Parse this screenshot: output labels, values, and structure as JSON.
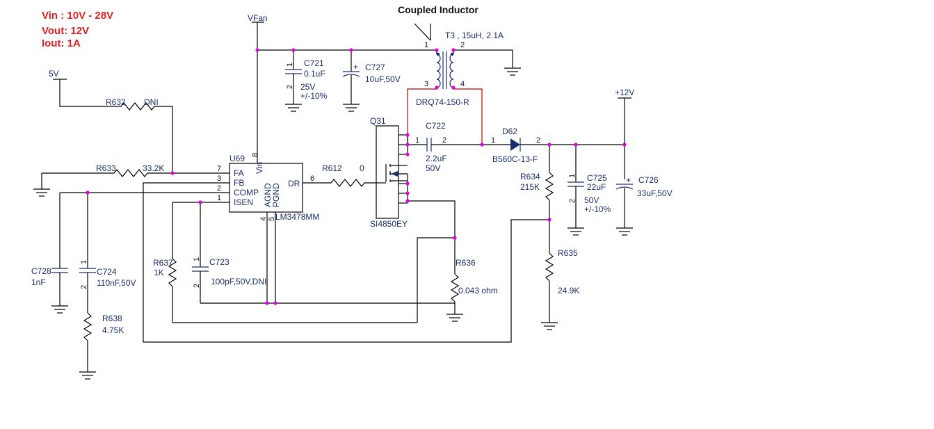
{
  "specs": {
    "vin": "Vin : 10V - 28V",
    "vout": "Vout: 12V",
    "iout": "Iout: 1A"
  },
  "title": "Coupled  Inductor",
  "nets": {
    "vfan": "VFan",
    "v5": "5V",
    "v12": "+12V"
  },
  "ic": {
    "ref": "U69",
    "part": "LM3478MM",
    "pins": {
      "fa": "FA",
      "fb": "FB",
      "comp": "COMP",
      "isen": "ISEN",
      "vin": "Vin",
      "agnd": "AGND",
      "pgnd": "PGND",
      "dr": "DR"
    },
    "pin_numbers": {
      "p7": "7",
      "p3": "3",
      "p2": "2",
      "p1": "1",
      "p8": "8",
      "p4": "4",
      "p5": "5",
      "p6": "6"
    }
  },
  "components": {
    "r632": {
      "ref": "R632",
      "value": "DNI"
    },
    "r633": {
      "ref": "R633",
      "value": "33.2K"
    },
    "r612": {
      "ref": "R612",
      "value": "0"
    },
    "r634": {
      "ref": "R634",
      "value": "215K"
    },
    "r635": {
      "ref": "R635",
      "value": "24.9K"
    },
    "r636": {
      "ref": "R636",
      "value": "0.043 ohm"
    },
    "r637": {
      "ref": "R637",
      "value": "1K"
    },
    "r638": {
      "ref": "R638",
      "value": "4.75K"
    },
    "c721": {
      "ref": "C721",
      "value": "0.1uF",
      "rating": "25V",
      "tol": "+/-10%"
    },
    "c727": {
      "ref": "C727",
      "value": "10uF,50V"
    },
    "c722": {
      "ref": "C722",
      "value": "2.2uF",
      "rating": "50V"
    },
    "c723": {
      "ref": "C723",
      "value": "100pF,50V,DNI"
    },
    "c724": {
      "ref": "C724",
      "value": "110nF,50V"
    },
    "c725": {
      "ref": "C725",
      "value": "22uF",
      "rating": "50V",
      "tol": "+/-10%"
    },
    "c726": {
      "ref": "C726",
      "value": "33uF,50V"
    },
    "c728": {
      "ref": "C728",
      "value": "1nF"
    },
    "t3": {
      "ref": "T3 , 15uH, 2.1A",
      "part": "DRQ74-150-R"
    },
    "q31": {
      "ref": "Q31",
      "part": "SI4850EY"
    },
    "d62": {
      "ref": "D62",
      "part": "B560C-13-F"
    }
  },
  "pinmarks": {
    "one": "1",
    "two": "2",
    "three": "3",
    "four": "4"
  },
  "colors": {
    "spec_text": "#e02020",
    "label": "#1a2d6e",
    "wire": "#000000",
    "junction": "#e000e0",
    "power_wire": "#c00000"
  }
}
